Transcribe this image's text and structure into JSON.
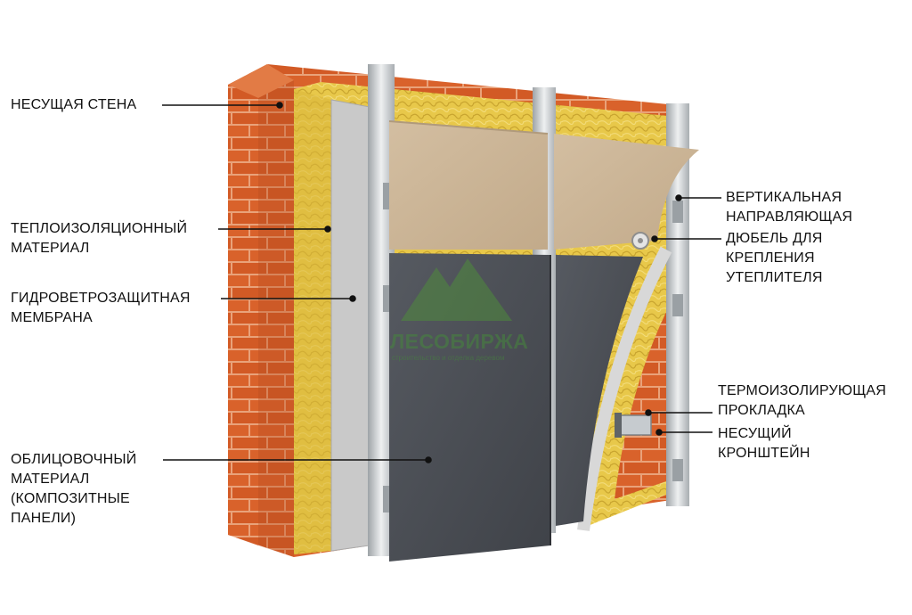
{
  "labels": {
    "load_bearing_wall": [
      "НЕСУЩАЯ СТЕНА"
    ],
    "insulation": [
      "ТЕПЛОИЗОЛЯЦИОННЫЙ",
      "МАТЕРИАЛ"
    ],
    "membrane": [
      "ГИДРОВЕТРОЗАЩИТНАЯ",
      "МЕМБРАНА"
    ],
    "cladding": [
      "ОБЛИЦОВОЧНЫЙ",
      "МАТЕРИАЛ",
      "(КОМПОЗИТНЫЕ",
      "ПАНЕЛИ)"
    ],
    "vertical_guide": [
      "ВЕРТИКАЛЬНАЯ",
      "НАПРАВЛЯЮЩАЯ"
    ],
    "dowel": [
      "ДЮБЕЛЬ ДЛЯ",
      "КРЕПЛЕНИЯ",
      "УТЕПЛИТЕЛЯ"
    ],
    "thermal_pad": [
      "ТЕРМОИЗОЛИРУЮЩАЯ",
      "ПРОКЛАДКА"
    ],
    "bracket": [
      "НЕСУЩИЙ",
      "КРОНШТЕЙН"
    ]
  },
  "watermark": {
    "brand": "ЛЕСОБИРЖА",
    "tagline": "строительство и отделка деревом"
  },
  "colors": {
    "brick": "#d9622b",
    "brick_mortar": "#e9a27a",
    "insulation": "#e8c84a",
    "membrane": "#c9c9c9",
    "guide_metal": "#cfd3d6",
    "beige_panel": "#cbb597",
    "dark_panel": "#4a4d53",
    "watermark_green": "#4f8a3c"
  }
}
